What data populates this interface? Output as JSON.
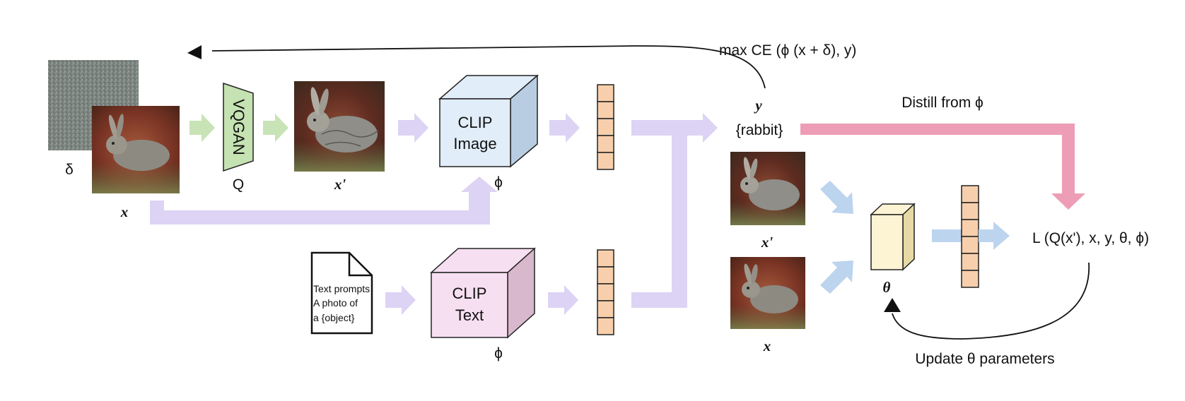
{
  "delta_label": "δ",
  "x_label": "x",
  "q_label": "Q",
  "vqgan_label": "VQGAN",
  "x_prime_label": "x'",
  "clip_image": {
    "line1": "CLIP",
    "line2": "Image"
  },
  "clip_text": {
    "line1": "CLIP",
    "line2": "Text"
  },
  "phi_label": "ϕ",
  "prompt_doc": {
    "line1": "Text prompts",
    "line2": "A photo of",
    "line3": "a {object}"
  },
  "max_ce_label": "max CE (ϕ (x + δ), y)",
  "y_label": "y",
  "rabbit_label": "{rabbit}",
  "distill_label": "Distill from ϕ",
  "theta_label": "θ",
  "loss_label": "L (Q(x'), x, y, θ, ϕ)",
  "update_label": "Update θ parameters",
  "colors": {
    "purple_arrow": "#ddd3f5",
    "green_arrow": "#c8e3b6",
    "blue_arrow": "#bcd4ee",
    "pink_arrow": "#ee9db6",
    "orange_cell": "#f7cfad",
    "vqgan_fill": "#c5e2b2",
    "clip_image_fill": "#e1edf8",
    "clip_text_fill": "#f7dff2",
    "theta_fill": "#fdf4d4"
  }
}
